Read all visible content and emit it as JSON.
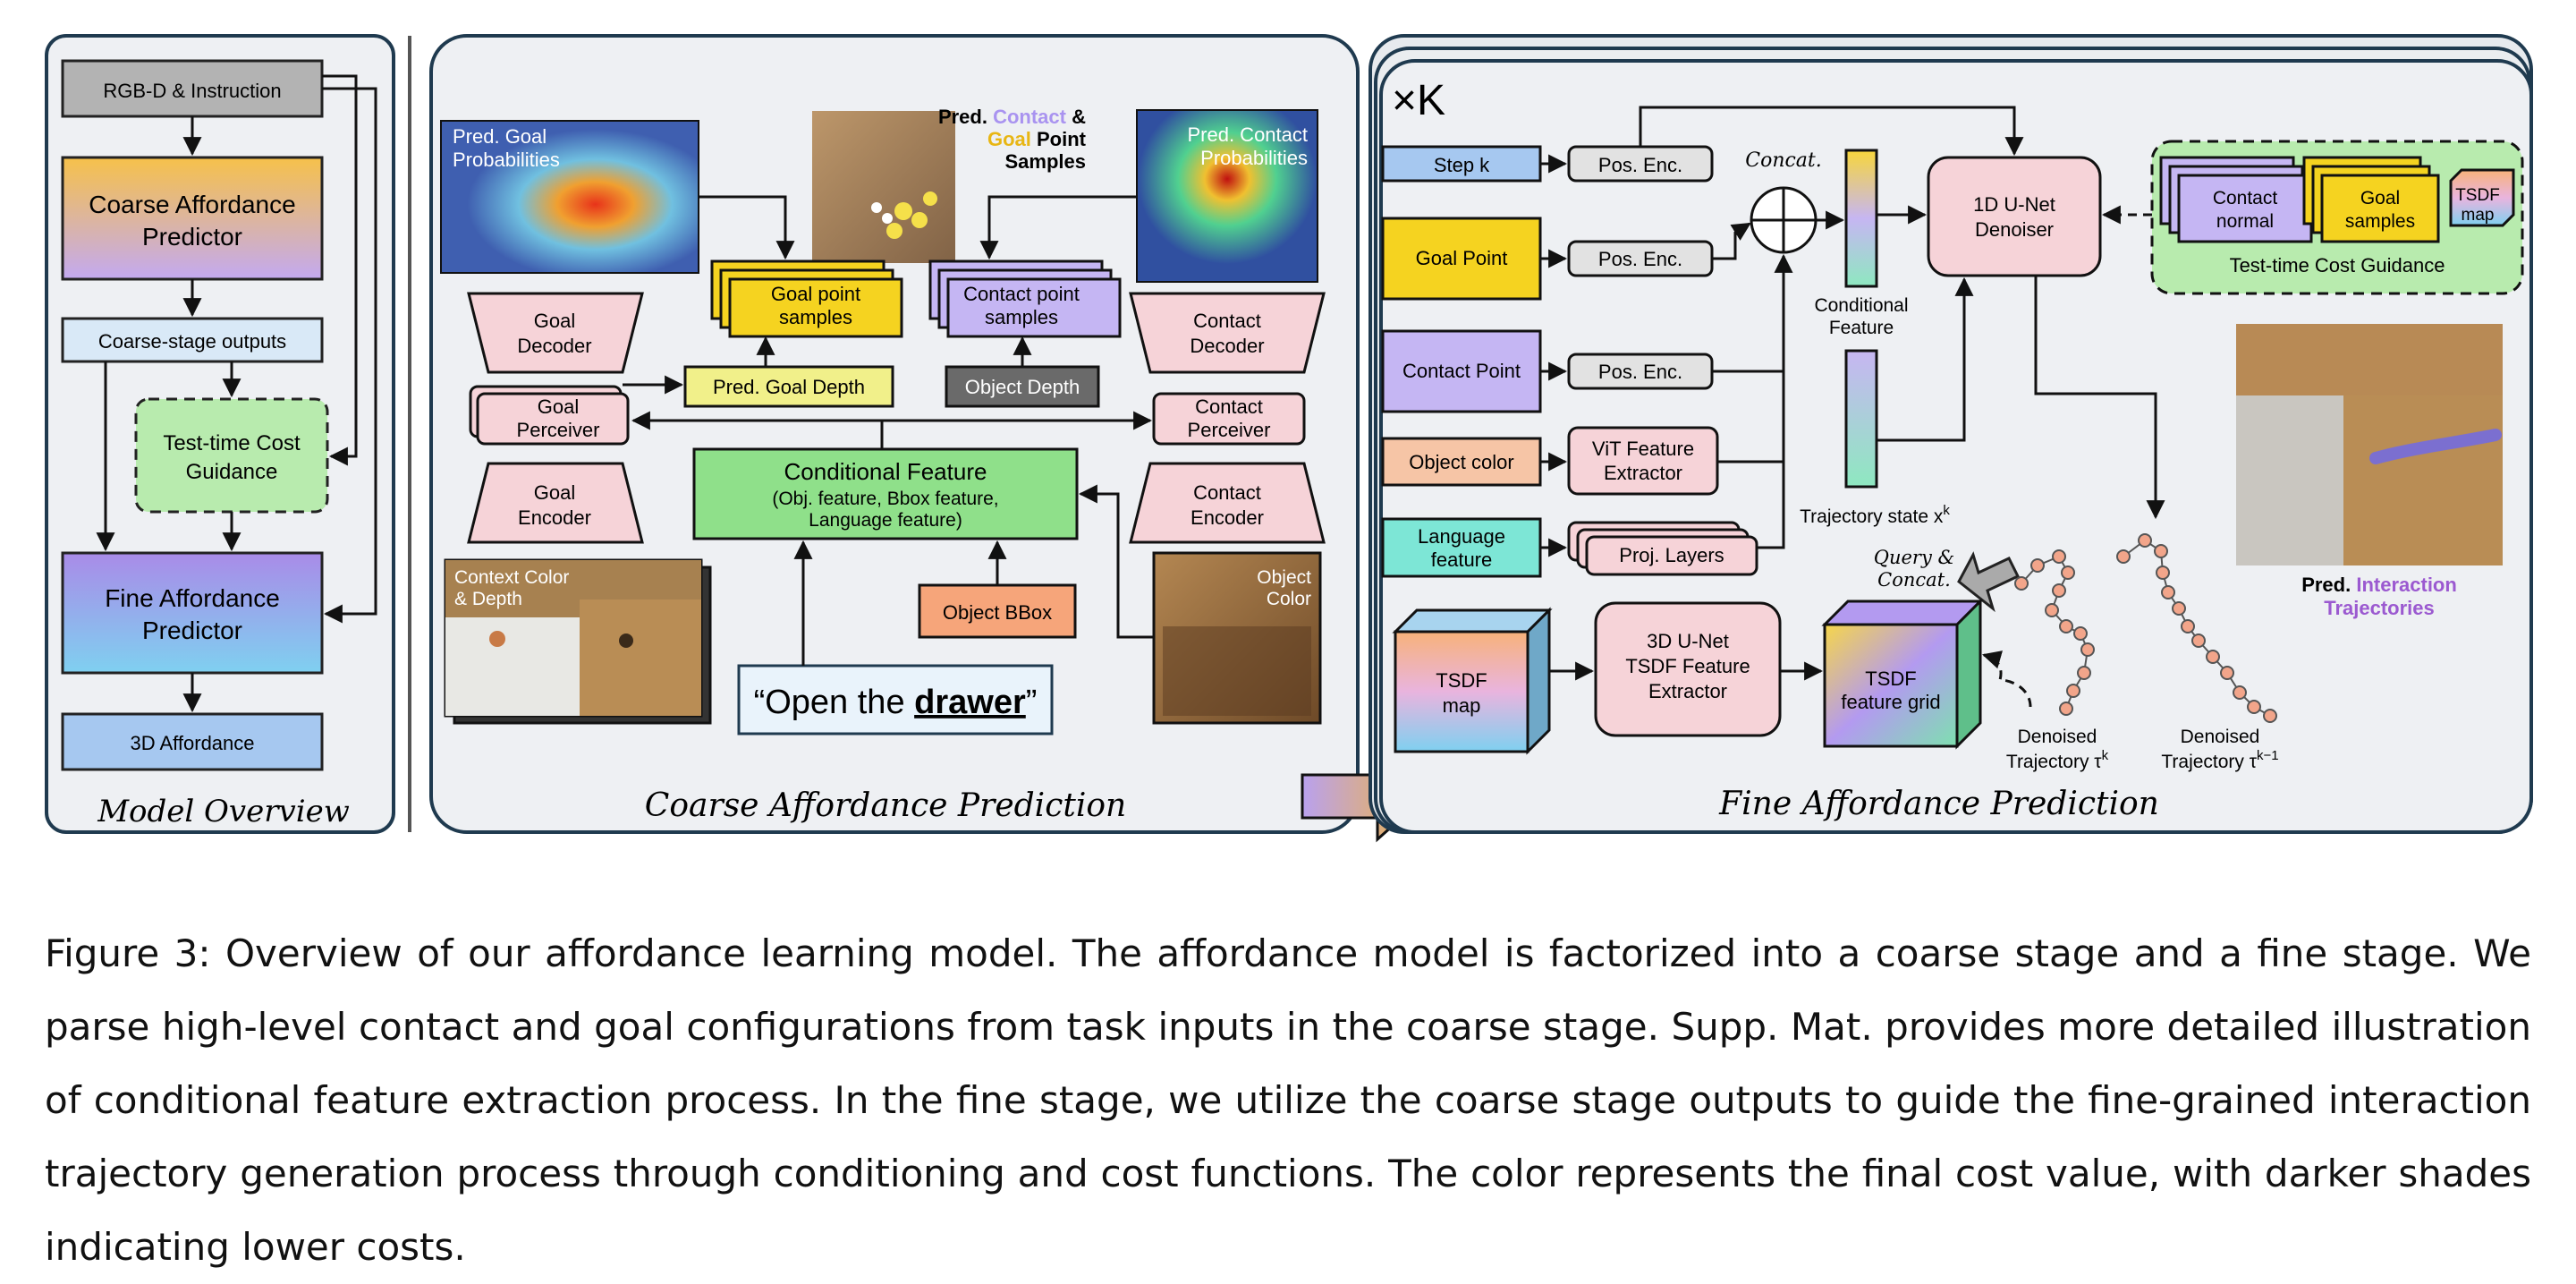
{
  "overview": {
    "title": "Model Overview",
    "rgbd": "RGB-D & Instruction",
    "coarse_pred_1": "Coarse Affordance",
    "coarse_pred_2": "Predictor",
    "coarse_outputs": "Coarse-stage outputs",
    "cost_1": "Test-time Cost",
    "cost_2": "Guidance",
    "fine_pred_1": "Fine Affordance",
    "fine_pred_2": "Predictor",
    "affordance_3d": "3D Affordance"
  },
  "coarse": {
    "title": "Coarse Affordance Prediction",
    "goal_prob_1": "Pred. Goal",
    "goal_prob_2": "Probabilities",
    "contact_prob_1": "Pred. Contact",
    "contact_prob_2": "Probabilities",
    "samples_pred": "Pred.",
    "samples_contact": "Contact",
    "samples_amp": "&",
    "samples_goal": "Goal",
    "samples_point": "Point",
    "samples_3": "Samples",
    "goal_point_samples_1": "Goal point",
    "goal_point_samples_2": "samples",
    "contact_point_samples_1": "Contact point",
    "contact_point_samples_2": "samples",
    "goal_decoder_1": "Goal",
    "goal_decoder_2": "Decoder",
    "contact_decoder_1": "Contact",
    "contact_decoder_2": "Decoder",
    "pred_goal_depth": "Pred. Goal Depth",
    "object_depth": "Object Depth",
    "goal_perceiver_1": "Goal",
    "goal_perceiver_2": "Perceiver",
    "contact_perceiver_1": "Contact",
    "contact_perceiver_2": "Perceiver",
    "cond_feature_1": "Conditional Feature",
    "cond_feature_2": "(Obj. feature, Bbox feature,",
    "cond_feature_3": "Language feature)",
    "goal_encoder_1": "Goal",
    "goal_encoder_2": "Encoder",
    "contact_encoder_1": "Contact",
    "contact_encoder_2": "Encoder",
    "context_1": "Context Color",
    "context_2": "& Depth",
    "object_bbox": "Object BBox",
    "object_color_1": "Object",
    "object_color_2": "Color",
    "instr_pre": "“Open the ",
    "instr_word": "drawer",
    "instr_post": "”"
  },
  "fine": {
    "title": "Fine Affordance Prediction",
    "times_k": "×K",
    "step_k": "Step k",
    "pos_enc": "Pos. Enc.",
    "concat": "Concat.",
    "goal_point": "Goal Point",
    "contact_point": "Contact Point",
    "object_color": "Object color",
    "vit_1": "ViT Feature",
    "vit_2": "Extractor",
    "language_1": "Language",
    "language_2": "feature",
    "proj_layers": "Proj. Layers",
    "cond_feat_1": "Conditional",
    "cond_feat_2": "Feature",
    "traj_state": "Trajectory state x",
    "traj_state_sup": "k",
    "denoiser_1": "1D U-Net",
    "denoiser_2": "Denoiser",
    "contact_normal_1": "Contact",
    "contact_normal_2": "normal",
    "goal_samples_1": "Goal",
    "goal_samples_2": "samples",
    "tsdf_map_small_1": "TSDF",
    "tsdf_map_small_2": "map",
    "cost_guidance": "Test-time Cost Guidance",
    "pred_label": "Pred.",
    "pred_interaction": "Interaction",
    "pred_traj": "Trajectories",
    "query_1": "Query &",
    "query_2": "Concat.",
    "tsdf_map_1": "TSDF",
    "tsdf_map_2": "map",
    "unet3d_1": "3D U-Net",
    "unet3d_2": "TSDF Feature",
    "unet3d_3": "Extractor",
    "tsdf_grid_1": "TSDF",
    "tsdf_grid_2": "feature grid",
    "denoised_1": "Denoised",
    "denoised_2": "Trajectory τ",
    "denoised_2_sup": "k",
    "denoised_prev_1": "Denoised",
    "denoised_prev_2": "Trajectory τ",
    "denoised_prev_2_sup": "k−1"
  },
  "caption": "Figure 3: Overview of our affordance learning model. The affordance model is factorized into a coarse stage and a fine stage. We parse high-level contact and goal configurations from task inputs in the coarse stage. Supp. Mat. provides more detailed illustration of conditional feature extraction process. In the fine stage, we utilize the coarse stage outputs to guide the fine-grained interaction trajectory generation process through conditioning and cost functions. The color represents the final cost value, with darker shades indicating lower costs.",
  "colors": {
    "panel_bg": "#eef0f3",
    "panel_border": "#1f3a4f",
    "pink": "#f6d3d8",
    "yellow": "#f5d320",
    "purple": "#c5b6f3",
    "green": "#8fe08a",
    "blue": "#a6c8f0",
    "salmon": "#f6a57a",
    "teal": "#7de6d6",
    "contact_text": "#a993f0",
    "goal_text": "#e8b614",
    "interaction_text": "#9b59d0"
  }
}
